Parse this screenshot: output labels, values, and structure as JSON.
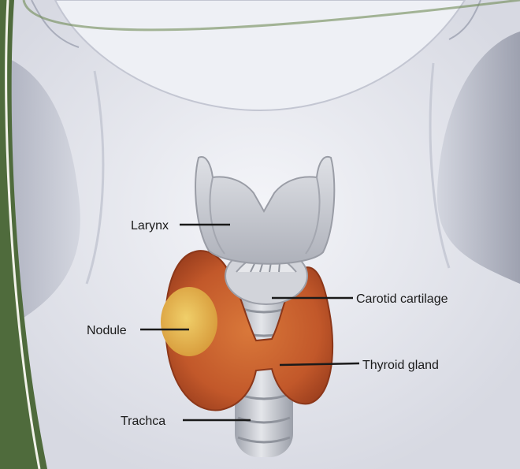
{
  "labels": {
    "larynx": "Larynx",
    "carotid": "Carotid cartilage",
    "nodule": "Nodule",
    "thyroid": "Thyroid gland",
    "trachea": "Trachca"
  },
  "colors": {
    "background": "#e8e9ef",
    "skin": "#eceef4",
    "skin_shadow": "#b9bccb",
    "cartilage": "#c9ccd3",
    "thyroid": "#c9652a",
    "nodule": "#e3b34a",
    "border_green": "#4f6b3c"
  }
}
